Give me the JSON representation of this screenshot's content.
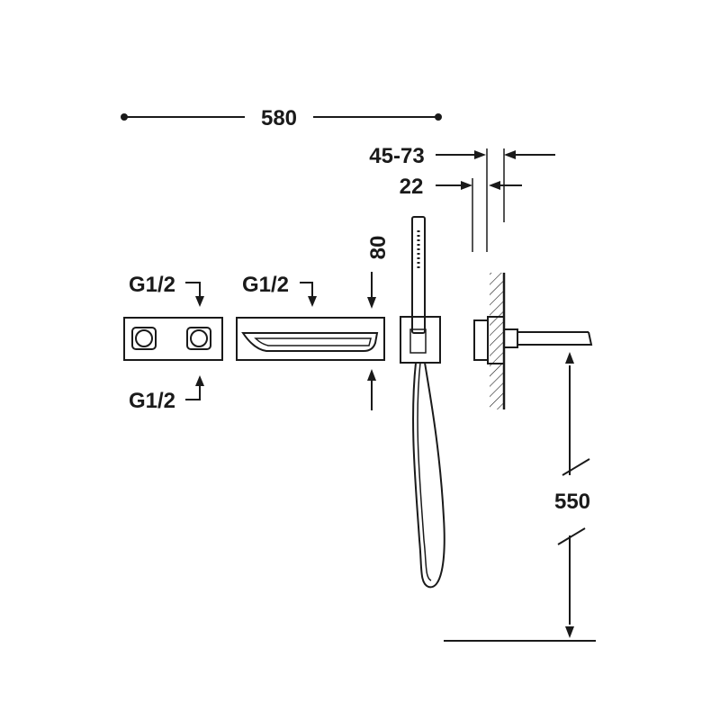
{
  "dimensions": {
    "overall_width": "580",
    "wall_depth_range": "45-73",
    "spout_diameter": "22",
    "spout_height": "80",
    "floor_height": "550"
  },
  "connections": {
    "mixer_top": "G1/2",
    "mixer_bottom": "G1/2",
    "spout_inlet": "G1/2"
  }
}
